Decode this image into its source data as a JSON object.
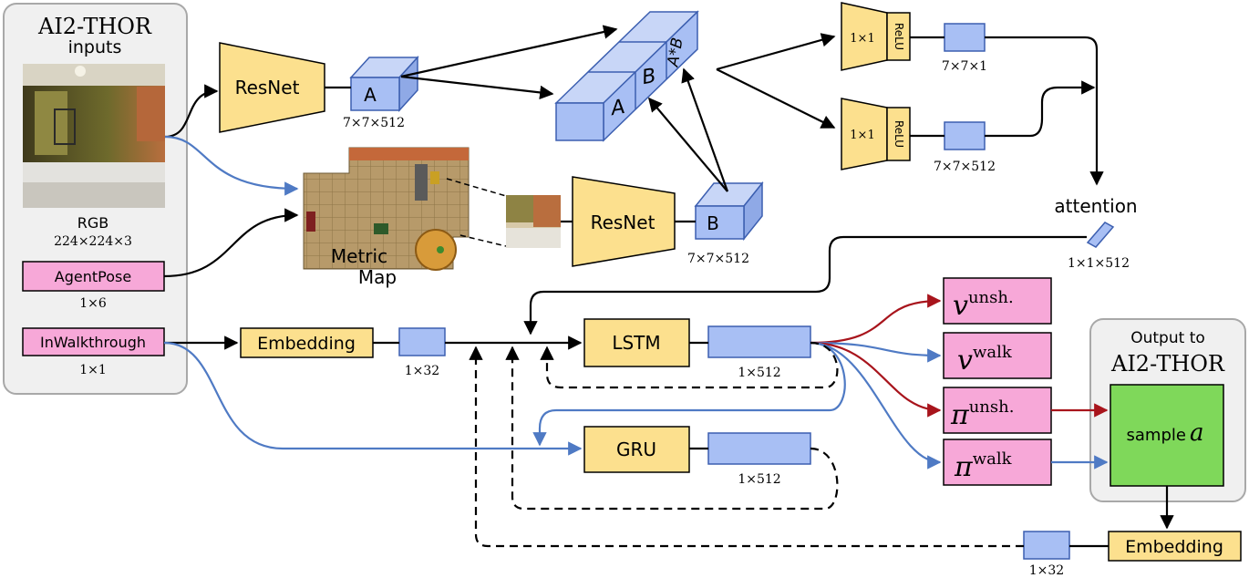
{
  "inputs_panel": {
    "title_line1": "AI2-THOR",
    "title_line2": "inputs",
    "rgb_label": "RGB",
    "rgb_dims": "224×224×3",
    "agentpose_label": "AgentPose",
    "agentpose_dims": "1×6",
    "inwalkthrough_label": "InWalkthrough",
    "inwalkthrough_dims": "1×1"
  },
  "metric_map_label_line1": "Metric",
  "metric_map_label_line2": "Map",
  "resnet_top_label": "ResNet",
  "resnet_bottom_label": "ResNet",
  "tensor_a": {
    "letter": "A",
    "dims": "7×7×512"
  },
  "tensor_b": {
    "letter": "B",
    "dims": "7×7×512"
  },
  "concat_labels": [
    "A",
    "B",
    "A*B"
  ],
  "branch_top": {
    "conv": "1×1",
    "act": "ReLU",
    "dims": "7×7×1"
  },
  "branch_bottom": {
    "conv": "1×1",
    "act": "ReLU",
    "dims": "7×7×512"
  },
  "attention": {
    "label": "attention",
    "dims": "1×1×512"
  },
  "embedding_left": {
    "label": "Embedding",
    "dims": "1×32"
  },
  "lstm": {
    "label": "LSTM",
    "dims": "1×512"
  },
  "gru": {
    "label": "GRU",
    "dims": "1×512"
  },
  "heads": {
    "v_unsh": {
      "base": "v",
      "sup": "unsh."
    },
    "v_walk": {
      "base": "v",
      "sup": "walk"
    },
    "pi_unsh": {
      "base": "π",
      "sup": "unsh."
    },
    "pi_walk": {
      "base": "π",
      "sup": "walk"
    }
  },
  "output_panel": {
    "title_line1": "Output to",
    "title_line2": "AI2-THOR",
    "sample_text": "sample",
    "sample_var": "a"
  },
  "embedding_right": {
    "label": "Embedding",
    "dims": "1×32"
  },
  "colors": {
    "yellow": "#FCE08E",
    "blue": "#A8BFF4",
    "pink": "#F7A8D8",
    "green": "#7FD85A",
    "panel": "#F0F0F0",
    "blue_arrow": "#4F7AC4",
    "red_arrow": "#A8141C"
  }
}
